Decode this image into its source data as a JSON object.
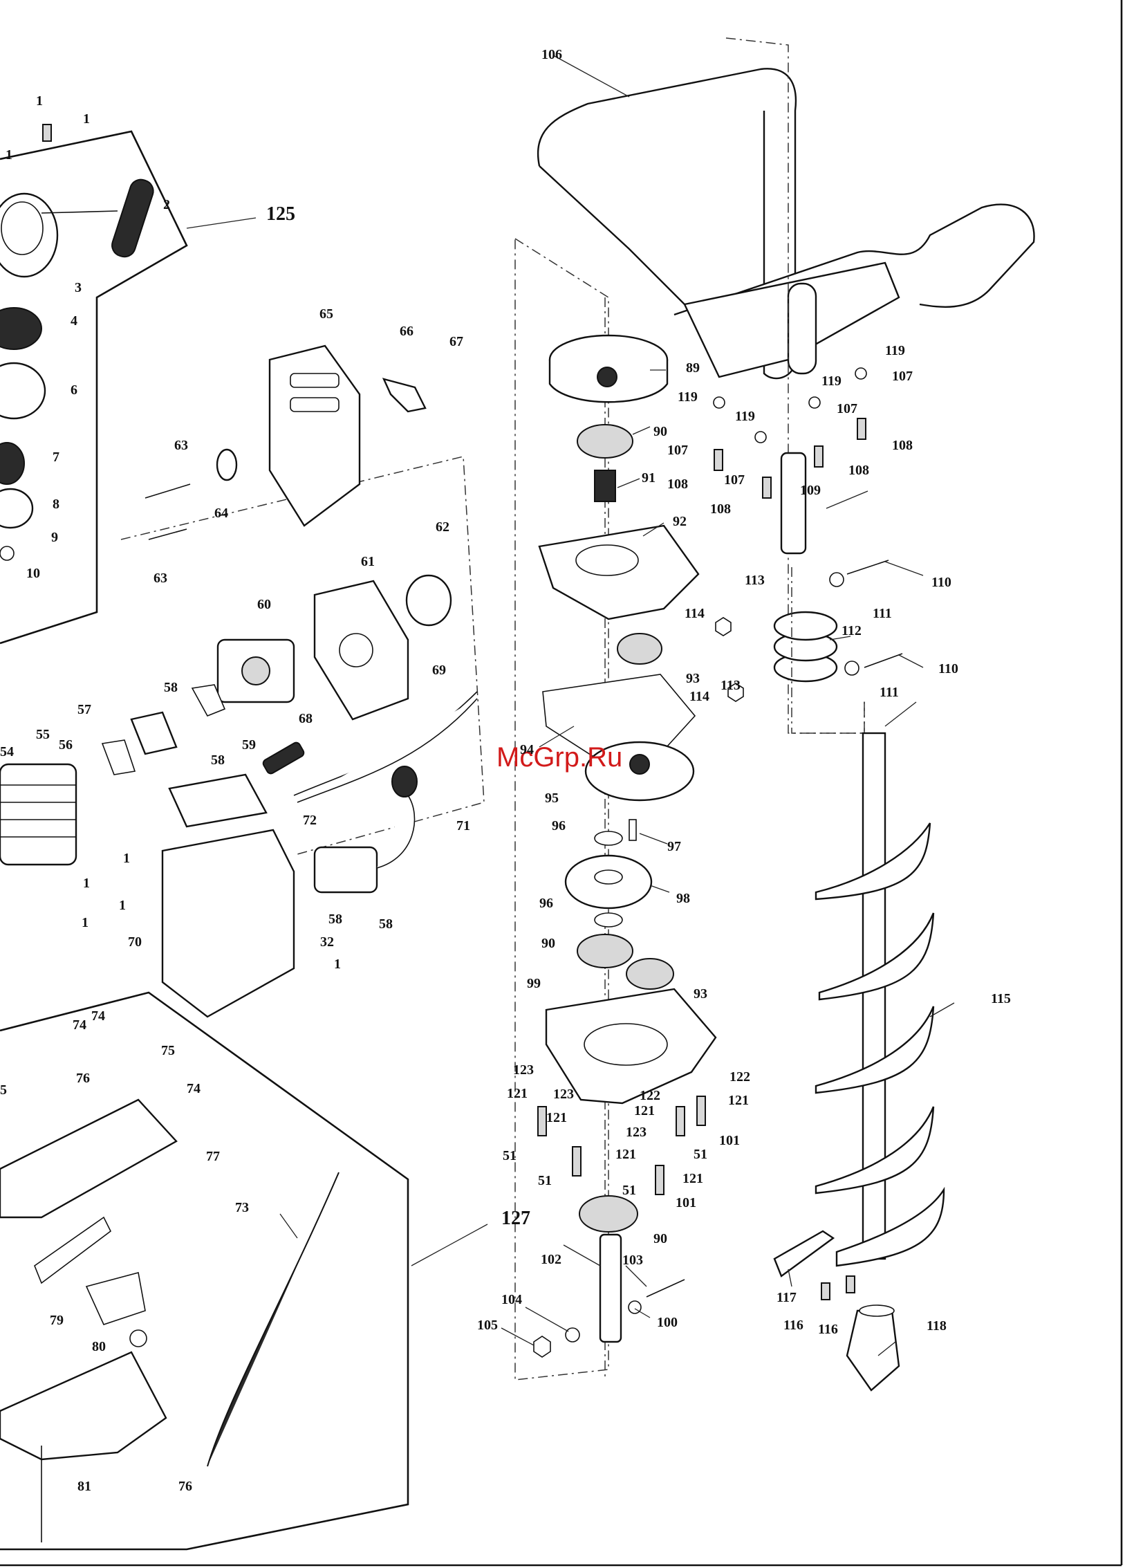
{
  "watermark": "McGrp.Ru",
  "group_labels": {
    "g125": "125",
    "g127": "127"
  },
  "part_numbers": {
    "p1": "1",
    "p2": "2",
    "p3": "3",
    "p4": "4",
    "p6": "6",
    "p7": "7",
    "p8": "8",
    "p9": "9",
    "p10": "10",
    "p32": "32",
    "p51": "51",
    "p54": "54",
    "p55": "55",
    "p56": "56",
    "p57": "57",
    "p58": "58",
    "p59": "59",
    "p60": "60",
    "p61": "61",
    "p62": "62",
    "p63": "63",
    "p64": "64",
    "p65": "65",
    "p66": "66",
    "p67": "67",
    "p68": "68",
    "p69": "69",
    "p70": "70",
    "p71": "71",
    "p72": "72",
    "p73": "73",
    "p74": "74",
    "p75": "75",
    "p76": "76",
    "p77": "77",
    "p79": "79",
    "p80": "80",
    "p81": "81",
    "p89": "89",
    "p90": "90",
    "p91": "91",
    "p92": "92",
    "p93": "93",
    "p94": "94",
    "p95": "95",
    "p96": "96",
    "p97": "97",
    "p98": "98",
    "p99": "99",
    "p100": "100",
    "p101": "101",
    "p102": "102",
    "p103": "103",
    "p104": "104",
    "p105": "105",
    "p106": "106",
    "p107": "107",
    "p108": "108",
    "p109": "109",
    "p110": "110",
    "p111": "111",
    "p112": "112",
    "p113": "113",
    "p114": "114",
    "p115": "115",
    "p116": "116",
    "p117": "117",
    "p118": "118",
    "p119": "119",
    "p121": "121",
    "p122": "122",
    "p123": "123"
  }
}
